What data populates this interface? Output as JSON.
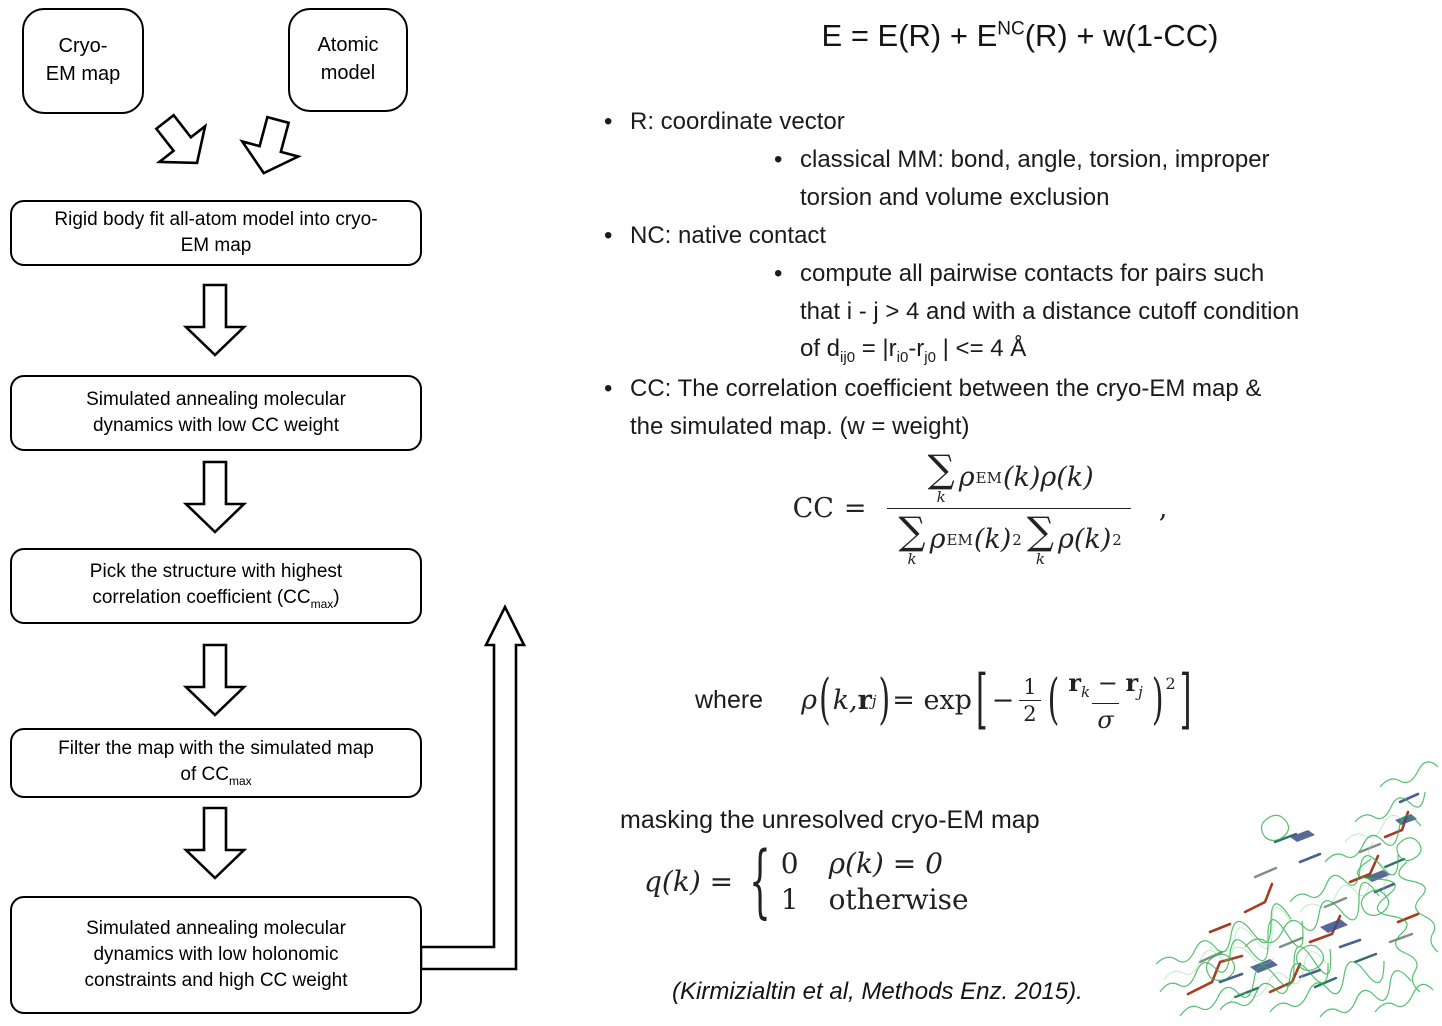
{
  "flowchart": {
    "sources": [
      "Cryo-\nEM map",
      "Atomic\nmodel"
    ],
    "step1": "Rigid body fit all-atom model into cryo-\nEM map",
    "step2": "Simulated annealing molecular\ndynamics with low CC weight",
    "step3": {
      "pre": "Pick the structure with highest\ncorrelation coefficient (CC",
      "sub": "max",
      "post": ")"
    },
    "step4": {
      "pre": "Filter the map with the simulated map\nof CC",
      "sub": "max"
    },
    "step5": "Simulated annealing molecular\ndynamics with low holonomic\nconstraints and high CC weight"
  },
  "title_eq": {
    "p1": "E = E(R) + E",
    "sup": "NC",
    "p2": "(R) + w(1-CC)"
  },
  "ui": {
    "bullet_char": "•"
  },
  "bullets": {
    "r": "R: coordinate vector",
    "r_sub": "classical MM: bond, angle, torsion, improper\ntorsion and volume exclusion",
    "nc": "NC: native contact",
    "nc_sub": {
      "p1": "compute all pairwise contacts for pairs such\nthat i - j > 4 and with a distance cutoff condition\nof d",
      "s1": "ij0",
      "p2": " = |r",
      "s2": "i0",
      "p3": "-r",
      "s3": "j0",
      "p4": " | <= 4 Å"
    },
    "cc": "CC: The correlation coefficient between the cryo-EM map &\nthe simulated map. (w = weight)"
  },
  "cc_eq": {
    "lhs": "CC",
    "equals": "=",
    "sigma": "∑",
    "k": "k",
    "rho": "ρ",
    "em_sup": "EM",
    "of_k": "(k)",
    "rho_k": "ρ(k)",
    "sq": "2",
    "comma": ","
  },
  "where_eq": {
    "label": "where",
    "rho": "ρ",
    "open": "(",
    "k_comma": "k, ",
    "r": "r",
    "j": "j",
    "close": ")",
    "eq_exp": " = exp",
    "lbracket": "[",
    "minus": "−",
    "one": "1",
    "two": "2",
    "lparen": "(",
    "rk": "r",
    "k_sub": "k",
    "minus2": " − ",
    "rj": "r",
    "j_sub": "j",
    "sigma": "σ",
    "rparen": ")",
    "sup2": "2",
    "rbracket": "]"
  },
  "mask": {
    "heading": "masking the unresolved cryo-EM map",
    "q": "q(k) =",
    "brace": "{",
    "r1v": "0",
    "r1c": "ρ(k) = 0",
    "r2v": "1",
    "r2c": "otherwise"
  },
  "citation": "(Kirmizialtin et al, Methods Enz. 2015).",
  "colors": {
    "mesh_green": "#2cb14b",
    "mesh_green_light": "#7fd89a",
    "stick_red": "#a63c22",
    "stick_blue": "#4a5f93",
    "stick_gray": "#7e8e87",
    "stick_teal": "#2f7263",
    "base_blue": "#3d4f86"
  }
}
